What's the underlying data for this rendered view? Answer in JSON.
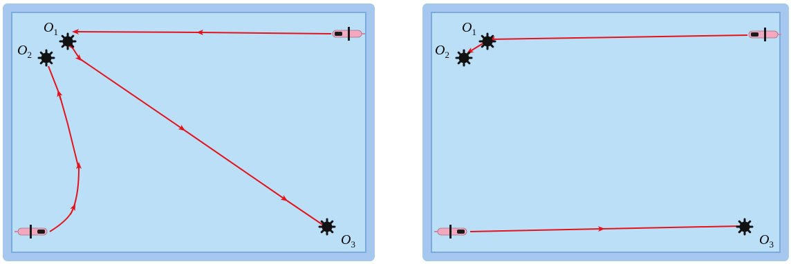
{
  "colors": {
    "water": "#bbdff7",
    "border": "#8fb8ea",
    "border_inner": "#7aaae0",
    "path": "#e3131b",
    "mine": "#111111",
    "vehicle_body": "#f4a8c0",
    "vehicle_dark": "#1a1a1a"
  },
  "panels": [
    {
      "id": "left",
      "labels": [
        {
          "base": "O",
          "sub": "1"
        },
        {
          "base": "O",
          "sub": "2"
        },
        {
          "base": "O",
          "sub": "3"
        }
      ]
    },
    {
      "id": "right",
      "labels": [
        {
          "base": "O",
          "sub": "1"
        },
        {
          "base": "O",
          "sub": "2"
        },
        {
          "base": "O",
          "sub": "3"
        }
      ]
    }
  ]
}
